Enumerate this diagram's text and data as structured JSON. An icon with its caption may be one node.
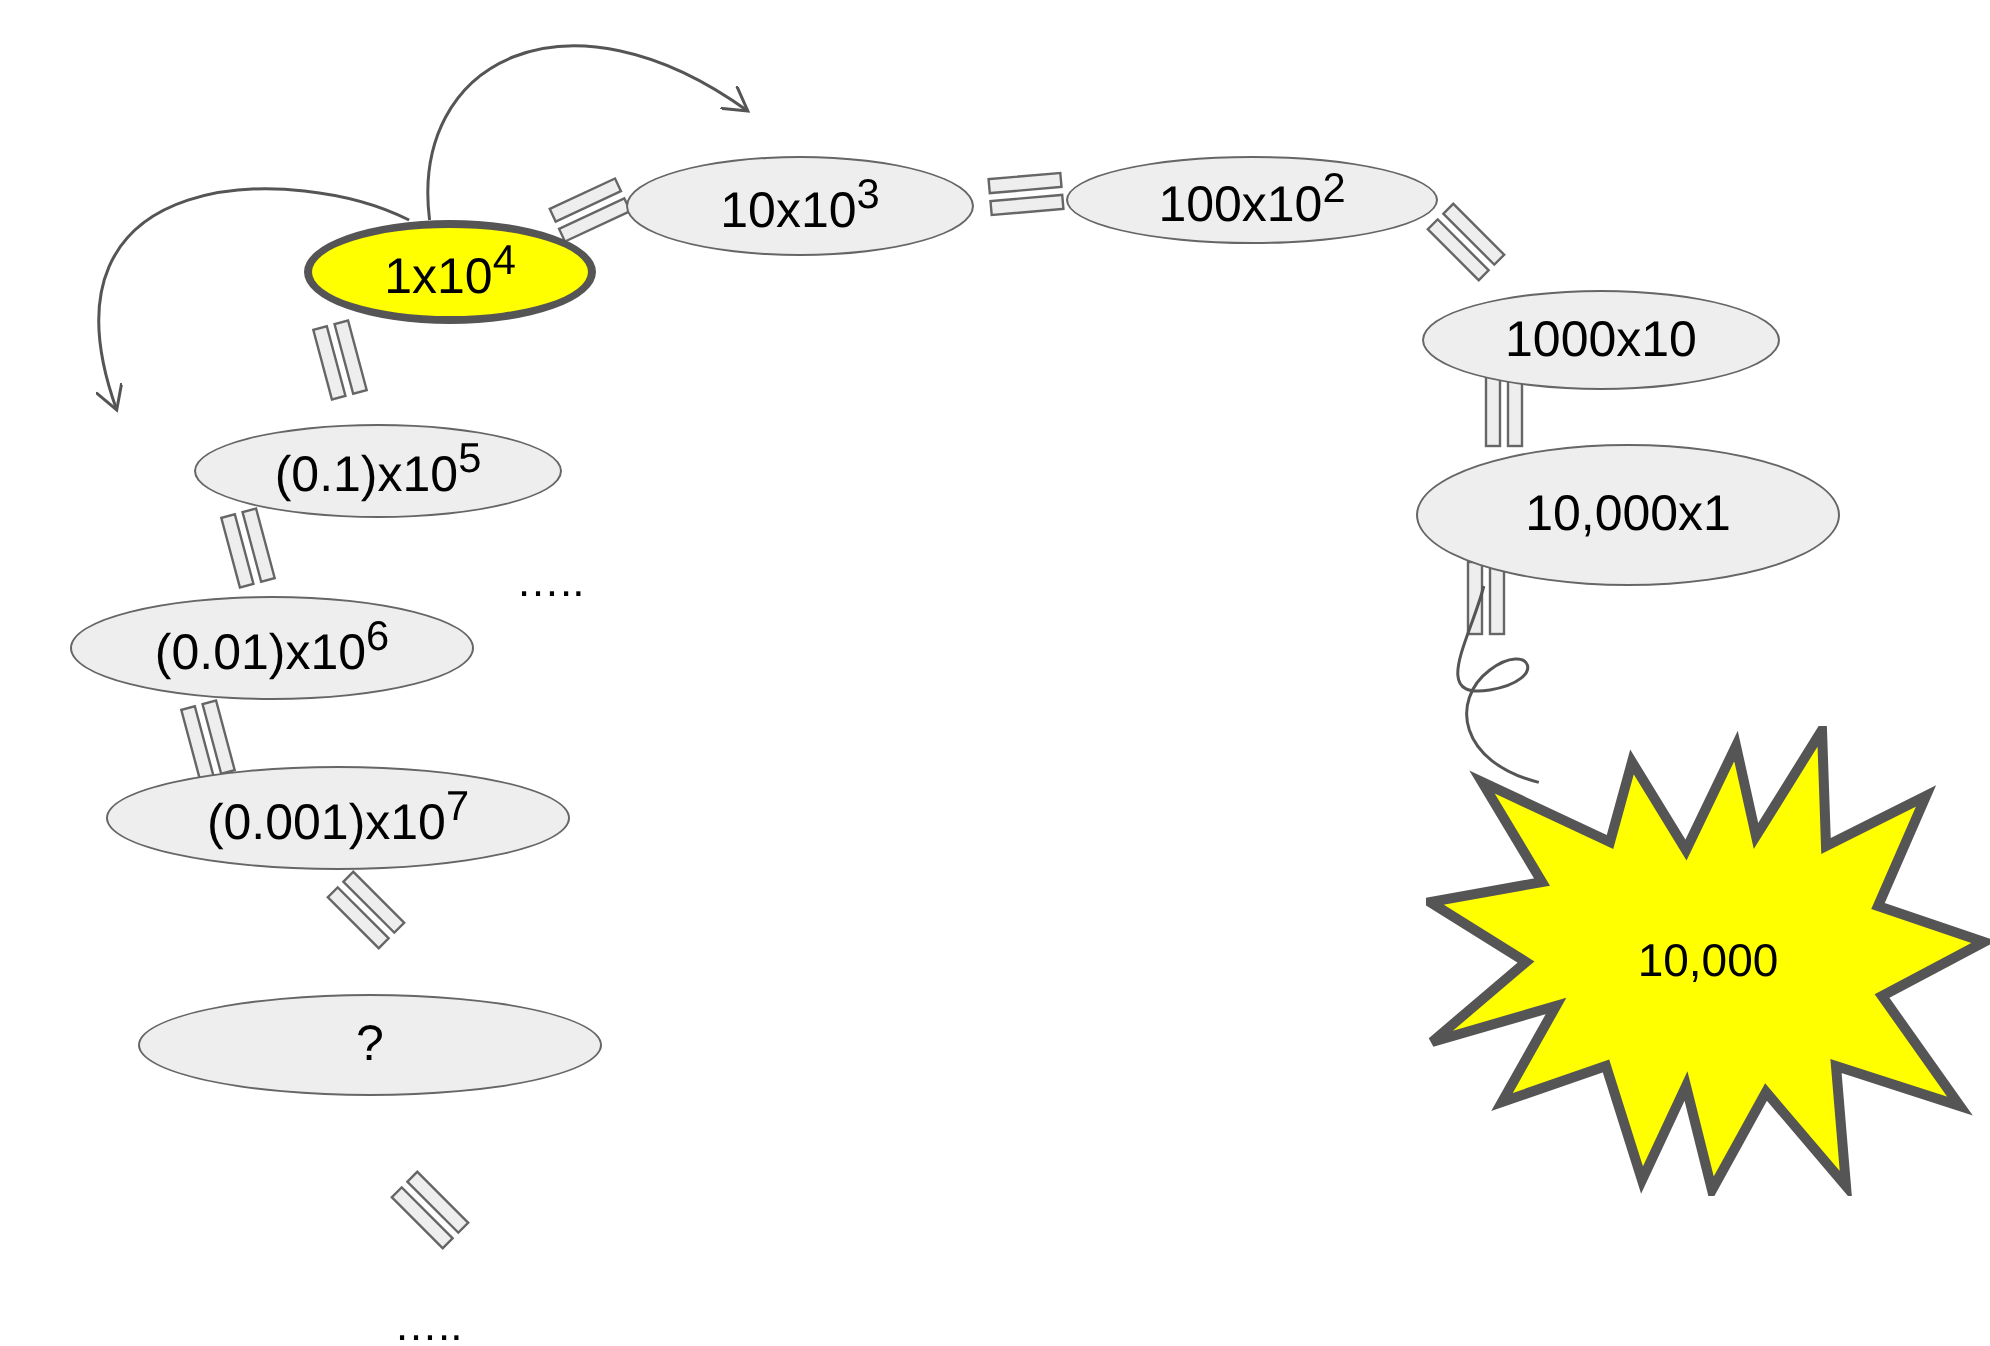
{
  "diagram": {
    "nodes": [
      {
        "text": [
          "1x10$^{4}$"
        ]
      },
      {
        "text": [
          "10x10$^{3}$"
        ]
      },
      {
        "text": [
          "100x10$^{2}$"
        ]
      },
      {
        "text": [
          "1000x10"
        ]
      },
      {
        "text": [
          "10,000x1"
        ]
      },
      {
        "text": [
          "(0.1)x10$^{5}$"
        ]
      },
      {
        "text": [
          "(0.01)x10$^{6}$"
        ]
      },
      {
        "text": [
          "(0.001)x10$^{7}$"
        ]
      },
      {
        "text": [
          "?"
        ]
      },
      {
        "text": [
          "10,000"
        ]
      }
    ],
    "edges": [
      {
        "from": 0,
        "to": 1,
        "arrow": "to"
      },
      {
        "from": 0,
        "to": 5,
        "arrow": "to"
      },
      {
        "from": 4,
        "to": 9,
        "arrow": "none"
      }
    ],
    "labels": [
      "…..",
      "….."
    ]
  }
}
